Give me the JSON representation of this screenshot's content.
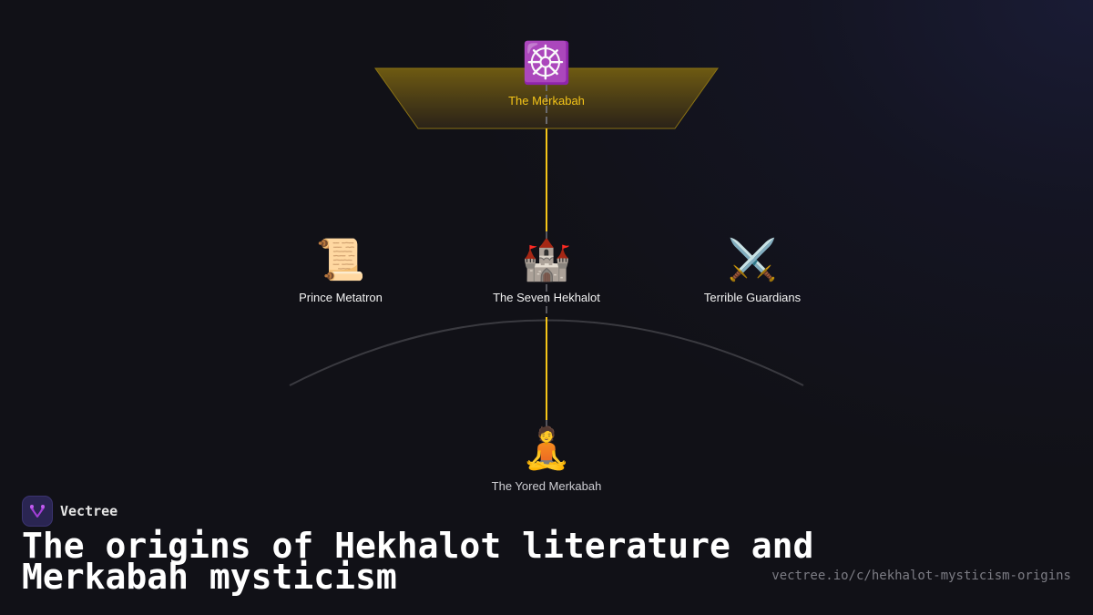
{
  "diagram": {
    "root": {
      "label": "The Merkabah",
      "icon": "dharma-wheel-icon",
      "emoji": "☸️"
    },
    "middle": [
      {
        "label": "Prince Metatron",
        "icon": "scroll-icon",
        "emoji": "📜"
      },
      {
        "label": "The Seven Hekhalot",
        "icon": "castle-icon",
        "emoji": "🏰"
      },
      {
        "label": "Terrible Guardians",
        "icon": "crossed-swords-icon",
        "emoji": "⚔️"
      }
    ],
    "leaf": {
      "label": "The Yored Merkabah",
      "icon": "person-lotus-position-icon",
      "emoji": "🧘"
    },
    "colors": {
      "background": "#111117",
      "highlight_path": "#f5c518",
      "root_band_top": "#6e5a12",
      "root_band_bottom": "#2a2218",
      "arc": "#3a3a40"
    }
  },
  "brand": {
    "name": "Vectree"
  },
  "title": "The origins of Hekhalot literature and Merkabah mysticism",
  "url": "vectree.io/c/hekhalot-mysticism-origins"
}
